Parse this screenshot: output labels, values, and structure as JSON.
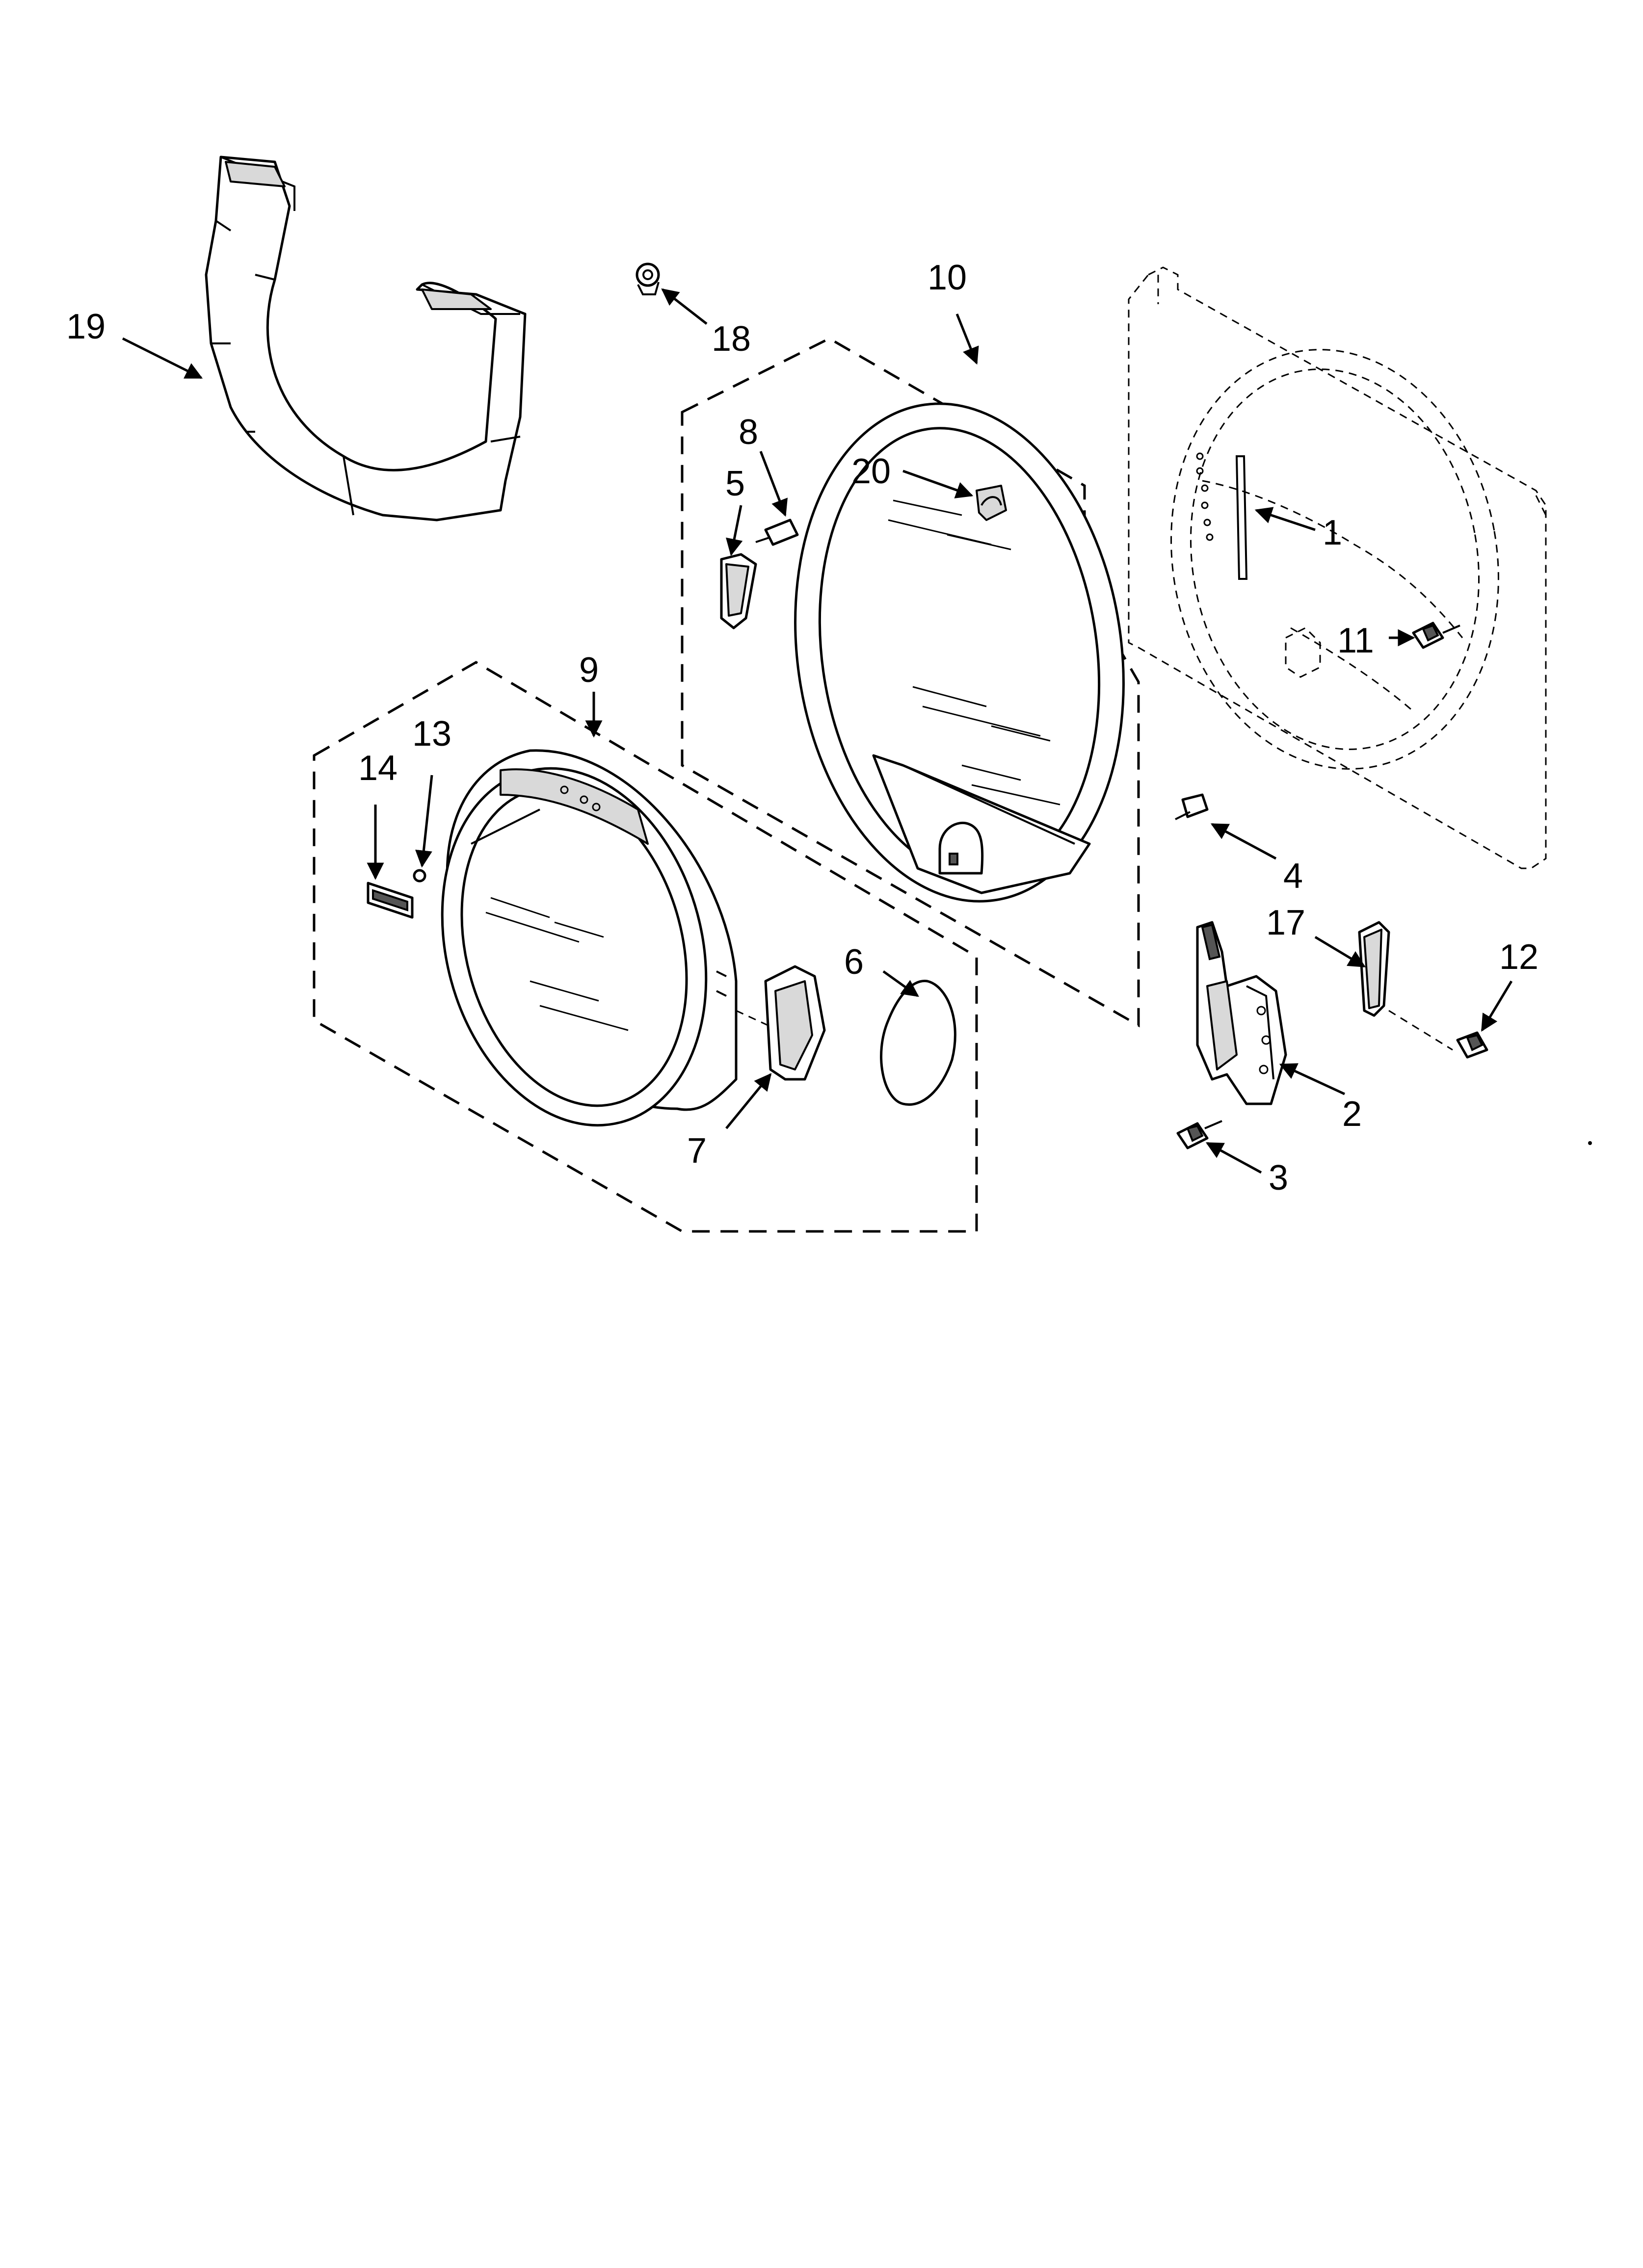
{
  "callouts": {
    "c1": "1",
    "c2": "2",
    "c3": "3",
    "c4": "4",
    "c5": "5",
    "c6": "6",
    "c7": "7",
    "c8": "8",
    "c9": "9",
    "c10": "10",
    "c11": "11",
    "c12": "12",
    "c13": "13",
    "c14": "14",
    "c17": "17",
    "c18": "18",
    "c19": "19",
    "c20": "20"
  }
}
